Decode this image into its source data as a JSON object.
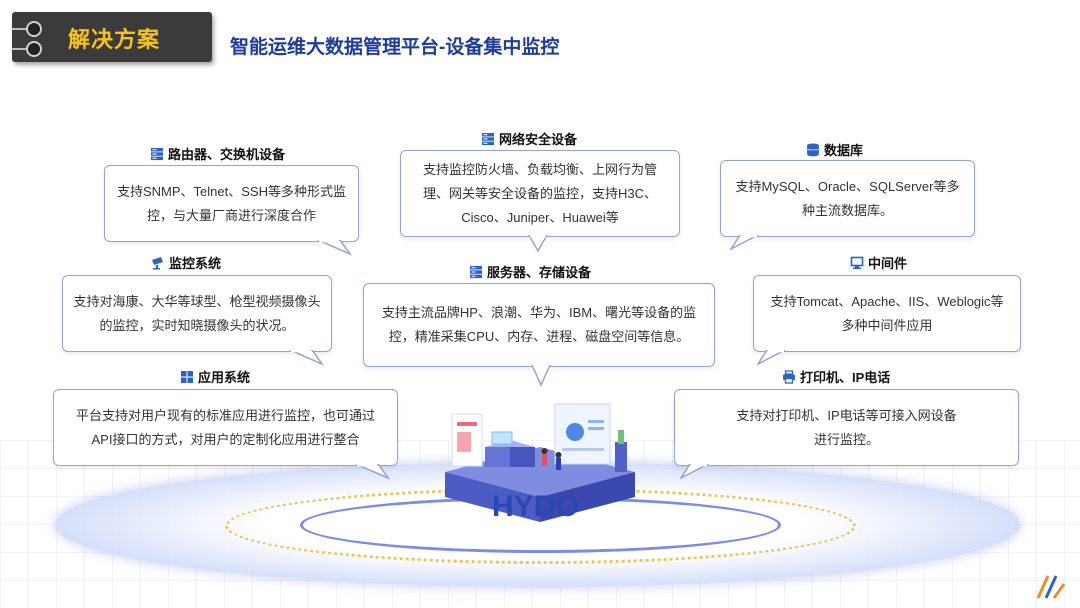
{
  "header": {
    "tag_label": "解决方案",
    "title": "智能运维大数据管理平台-设备集中监控"
  },
  "platform": {
    "logo_text": "HYDO"
  },
  "sections": {
    "router": {
      "title": "路由器、交换机设备",
      "icon": "server-rack-icon",
      "text": "支持SNMP、Telnet、SSH等多种形式监控，与大量厂商进行深度合作"
    },
    "security": {
      "title": "网络安全设备",
      "icon": "server-rack-icon",
      "text": "支持监控防火墙、负载均衡、上网行为管理、网关等安全设备的监控，支持H3C、Cisco、Juniper、Huawei等"
    },
    "database": {
      "title": "数据库",
      "icon": "database-icon",
      "text": "支持MySQL、Oracle、SQLServer等多种主流数据库。"
    },
    "camera": {
      "title": "监控系统",
      "icon": "camera-icon",
      "text": "支持对海康、大华等球型、枪型视频摄像头的监控，实时知晓摄像头的状况。"
    },
    "server": {
      "title": "服务器、存储设备",
      "icon": "server-rack-icon",
      "text": "支持主流品牌HP、浪潮、华为、IBM、曙光等设备的监控，精准采集CPU、内存、进程、磁盘空间等信息。"
    },
    "middleware": {
      "title": "中间件",
      "icon": "monitor-icon",
      "text": "支持Tomcat、Apache、IIS、Weblogic等多种中间件应用"
    },
    "application": {
      "title": "应用系统",
      "icon": "windows-grid-icon",
      "text": "平台支持对用户现有的标准应用进行监控，也可通过API接口的方式，对用户的定制化应用进行整合"
    },
    "printer": {
      "title": "打印机、IP电话",
      "icon": "printer-icon",
      "text": "支持对打印机、IP电话等可接入网设备进行监控。"
    }
  },
  "colors": {
    "title_blue": "#1f3c99",
    "tag_yellow": "#f7c21a",
    "card_border": "#93a4cf",
    "icon_blue": "#2f63c0"
  }
}
